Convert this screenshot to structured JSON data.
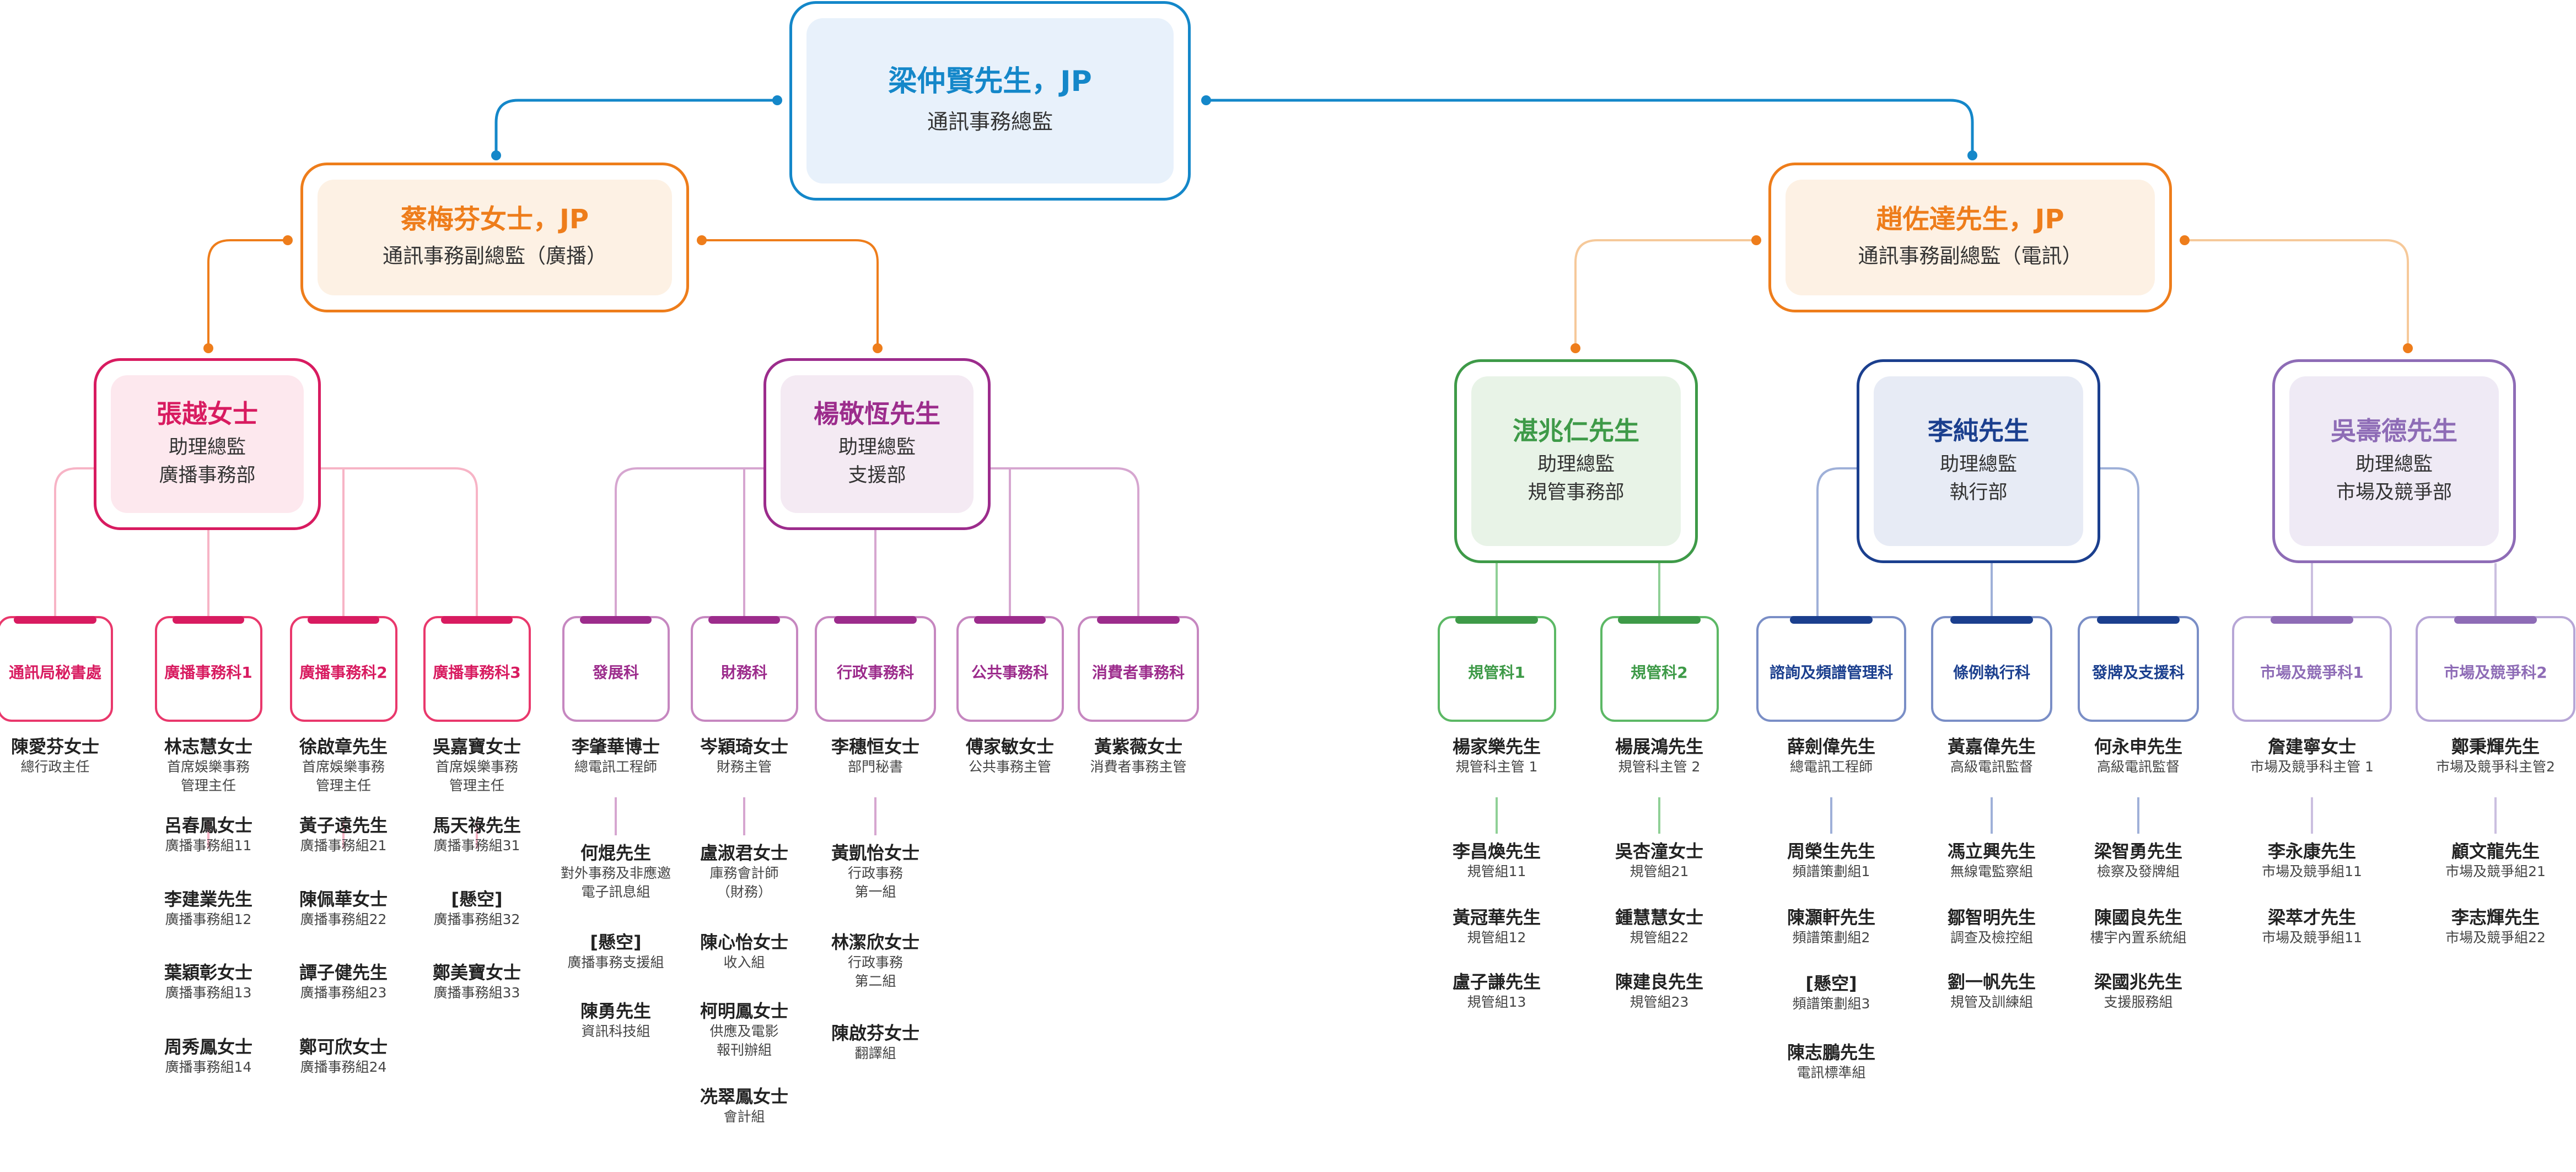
{
  "colors": {
    "blue": "#1487c9",
    "orange": "#ee7d1b",
    "pink": "#d81b60",
    "purple": "#9c2c8c",
    "green": "#3e9a48",
    "navy": "#1b3f8e",
    "lavender": "#8e6cb6"
  },
  "top": {
    "name": "梁仲賢先生，JP",
    "title": "通訊事務總監"
  },
  "deputies": [
    {
      "name": "蔡梅芬女士，JP",
      "title": "通訊事務副總監（廣播）"
    },
    {
      "name": "趙佐達先生，JP",
      "title": "通訊事務副總監（電訊）"
    }
  ],
  "assistants": [
    {
      "name": "張越女士",
      "line1": "助理總監",
      "line2": "廣播事務部"
    },
    {
      "name": "楊敬恆先生",
      "line1": "助理總監",
      "line2": "支援部"
    },
    {
      "name": "湛兆仁先生",
      "line1": "助理總監",
      "line2": "規管事務部"
    },
    {
      "name": "李純先生",
      "line1": "助理總監",
      "line2": "執行部"
    },
    {
      "name": "吳壽德先生",
      "line1": "助理總監",
      "line2": "市場及競爭部"
    }
  ],
  "units": [
    {
      "label": "通訊局秘書處",
      "people": [
        {
          "name": "陳愛芬女士",
          "title": "總行政主任"
        }
      ]
    },
    {
      "label": "廣播事務科1",
      "people": [
        {
          "name": "林志慧女士",
          "title": "首席娛樂事務\n管理主任"
        },
        {
          "name": "呂春鳳女士",
          "title": "廣播事務組11"
        },
        {
          "name": "李建業先生",
          "title": "廣播事務組12"
        },
        {
          "name": "葉穎彰女士",
          "title": "廣播事務組13"
        },
        {
          "name": "周秀鳳女士",
          "title": "廣播事務組14"
        }
      ]
    },
    {
      "label": "廣播事務科2",
      "people": [
        {
          "name": "徐啟章先生",
          "title": "首席娛樂事務\n管理主任"
        },
        {
          "name": "黃子遠先生",
          "title": "廣播事務組21"
        },
        {
          "name": "陳佩華女士",
          "title": "廣播事務組22"
        },
        {
          "name": "譚子健先生",
          "title": "廣播事務組23"
        },
        {
          "name": "鄭可欣女士",
          "title": "廣播事務組24"
        }
      ]
    },
    {
      "label": "廣播事務科3",
      "people": [
        {
          "name": "吳嘉寶女士",
          "title": "首席娛樂事務\n管理主任"
        },
        {
          "name": "馬天祿先生",
          "title": "廣播事務組31"
        },
        {
          "name": "[懸空]",
          "title": "廣播事務組32"
        },
        {
          "name": "鄭美寶女士",
          "title": "廣播事務組33"
        }
      ]
    },
    {
      "label": "發展科",
      "people": [
        {
          "name": "李肇華博士",
          "title": "總電訊工程師"
        },
        {
          "name": "何焜先生",
          "title": "對外事務及非應邀\n電子訊息組"
        },
        {
          "name": "[懸空]",
          "title": "廣播事務支援組"
        },
        {
          "name": "陳勇先生",
          "title": "資訊科技組"
        }
      ]
    },
    {
      "label": "財務科",
      "people": [
        {
          "name": "岑穎琦女士",
          "title": "財務主管"
        },
        {
          "name": "盧淑君女士",
          "title": "庫務會計師\n（財務）"
        },
        {
          "name": "陳心怡女士",
          "title": "收入組"
        },
        {
          "name": "柯明鳳女士",
          "title": "供應及電影\n報刊辦組"
        },
        {
          "name": "冼翠鳳女士",
          "title": "會計組"
        }
      ]
    },
    {
      "label": "行政事務科",
      "people": [
        {
          "name": "李穗恒女士",
          "title": "部門秘書"
        },
        {
          "name": "黃凱怡女士",
          "title": "行政事務\n第一組"
        },
        {
          "name": "林潔欣女士",
          "title": "行政事務\n第二組"
        },
        {
          "name": "陳啟芬女士",
          "title": "翻譯組"
        }
      ]
    },
    {
      "label": "公共事務科",
      "people": [
        {
          "name": "傅家敏女士",
          "title": "公共事務主管"
        }
      ]
    },
    {
      "label": "消費者事務科",
      "people": [
        {
          "name": "黃紫薇女士",
          "title": "消費者事務主管"
        }
      ]
    },
    {
      "label": "規管科1",
      "people": [
        {
          "name": "楊家樂先生",
          "title": "規管科主管 1"
        },
        {
          "name": "李昌煥先生",
          "title": "規管組11"
        },
        {
          "name": "黃冠華先生",
          "title": "規管組12"
        },
        {
          "name": "盧子謙先生",
          "title": "規管組13"
        }
      ]
    },
    {
      "label": "規管科2",
      "people": [
        {
          "name": "楊展鴻先生",
          "title": "規管科主管 2"
        },
        {
          "name": "吳杏潼女士",
          "title": "規管組21"
        },
        {
          "name": "鍾慧慧女士",
          "title": "規管組22"
        },
        {
          "name": "陳建良先生",
          "title": "規管組23"
        }
      ]
    },
    {
      "label": "諮詢及頻譜管理科",
      "people": [
        {
          "name": "薛劍偉先生",
          "title": "總電訊工程師"
        },
        {
          "name": "周榮生先生",
          "title": "頻譜策劃組1"
        },
        {
          "name": "陳灝軒先生",
          "title": "頻譜策劃組2"
        },
        {
          "name": "[懸空]",
          "title": "頻譜策劃組3"
        },
        {
          "name": "陳志鵬先生",
          "title": "電訊標準組"
        }
      ]
    },
    {
      "label": "條例執行科",
      "people": [
        {
          "name": "黃嘉偉先生",
          "title": "高級電訊監督"
        },
        {
          "name": "馮立興先生",
          "title": "無線電監察組"
        },
        {
          "name": "鄒智明先生",
          "title": "調查及檢控組"
        },
        {
          "name": "劉一帆先生",
          "title": "規管及訓練組"
        }
      ]
    },
    {
      "label": "發牌及支援科",
      "people": [
        {
          "name": "何永申先生",
          "title": "高級電訊監督"
        },
        {
          "name": "梁智勇先生",
          "title": "檢察及發牌組"
        },
        {
          "name": "陳國良先生",
          "title": "樓宇內置系統組"
        },
        {
          "name": "梁國兆先生",
          "title": "支援服務組"
        }
      ]
    },
    {
      "label": "市場及競爭科1",
      "people": [
        {
          "name": "詹建寧女士",
          "title": "市場及競爭科主管 1"
        },
        {
          "name": "李永康先生",
          "title": "市場及競爭組11"
        },
        {
          "name": "梁萃才先生",
          "title": "市場及競爭組11"
        }
      ]
    },
    {
      "label": "市場及競爭科2",
      "people": [
        {
          "name": "鄭秉輝先生",
          "title": "市場及競爭科主管2"
        },
        {
          "name": "顧文龍先生",
          "title": "市場及競爭組21"
        },
        {
          "name": "李志輝先生",
          "title": "市場及競爭組22"
        }
      ]
    }
  ]
}
